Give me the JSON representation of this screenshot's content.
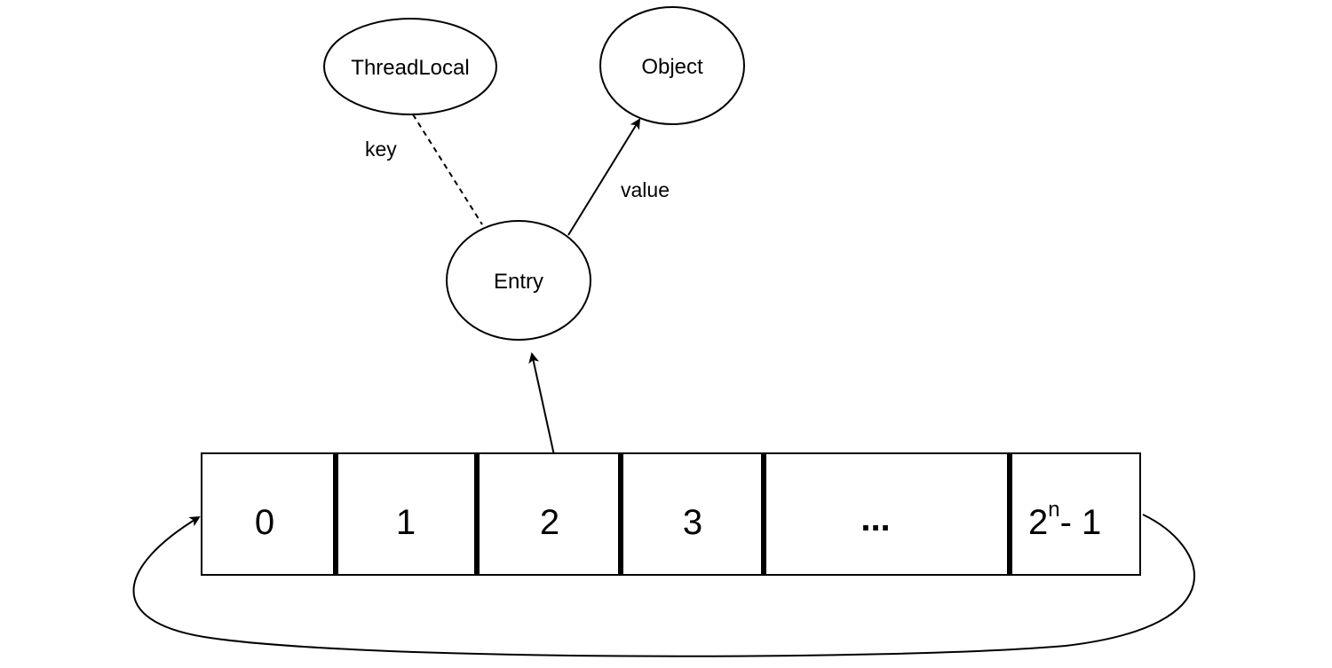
{
  "nodes": {
    "threadlocal": "ThreadLocal",
    "object": "Object",
    "entry": "Entry"
  },
  "edges": {
    "key": "key",
    "value": "value"
  },
  "array": {
    "cells": [
      "0",
      "1",
      "2",
      "3",
      "...",
      "2"
    ],
    "last_superscript": "n",
    "last_suffix": "- 1"
  }
}
